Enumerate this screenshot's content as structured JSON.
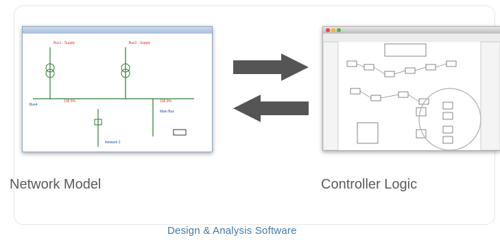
{
  "captions": {
    "left": "Network Model",
    "right": "Controller Logic"
  },
  "footer": {
    "label": "Design & Analysis Software"
  },
  "network_window": {
    "title": "ECT Network Model"
  },
  "controller_window": {
    "title": "Controller Logic Editor"
  }
}
